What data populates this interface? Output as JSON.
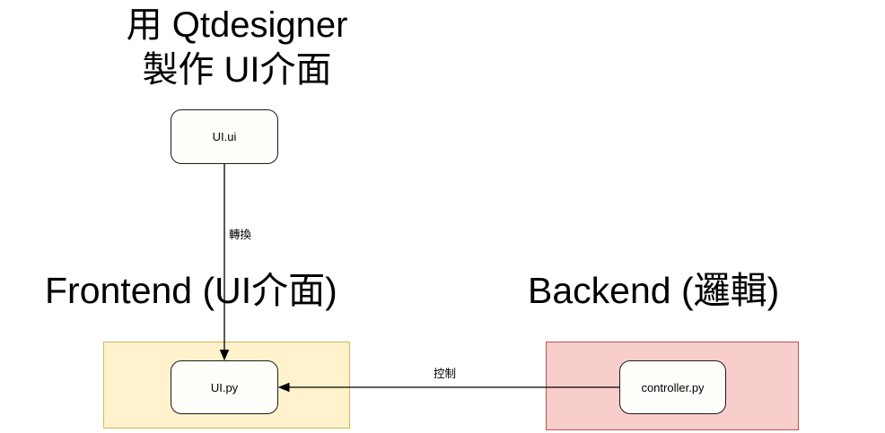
{
  "title": {
    "line1": "用 Qtdesigner",
    "line2": "製作 UI介面"
  },
  "headings": {
    "frontend": "Frontend (UI介面)",
    "backend": "Backend (邏輯)"
  },
  "nodes": {
    "ui_file": "UI.ui",
    "ui_py": "UI.py",
    "controller_py": "controller.py"
  },
  "edge_labels": {
    "convert": "轉換",
    "control": "控制"
  },
  "colors": {
    "background": "#ffffff",
    "text": "#000000",
    "frontend_fill": "#fff2cc",
    "frontend_border": "#d6b656",
    "backend_fill": "#f8cecc",
    "backend_border": "#b85450",
    "node_fill": "#fffefa",
    "node_border": "#1a1a1a",
    "arrow": "#000000"
  }
}
